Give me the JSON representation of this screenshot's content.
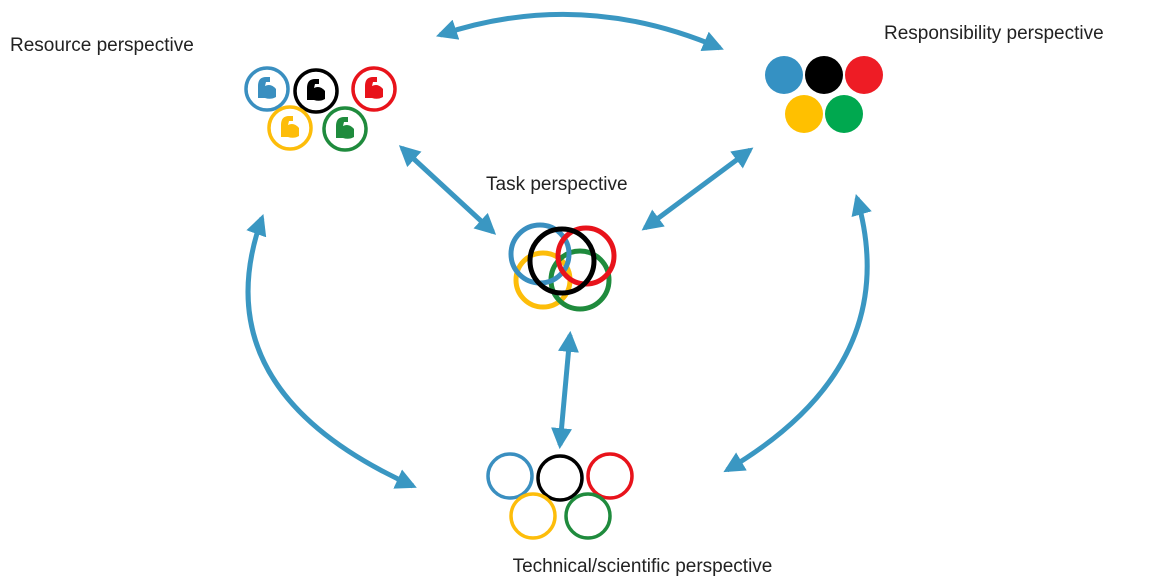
{
  "labels": {
    "resource": "Resource perspective",
    "responsibility": "Responsibility perspective",
    "task": "Task perspective",
    "technical": "Technical/scientific perspective"
  },
  "colors": {
    "arrow": "#3a97c2",
    "ring_blue": "#3a8fc0",
    "ring_black": "#000000",
    "ring_red": "#e8131b",
    "ring_yellow": "#fdbd0a",
    "ring_green": "#1f8b3d",
    "dot_blue": "#3591c3",
    "dot_black": "#000000",
    "dot_red": "#ee1c25",
    "dot_yellow": "#ffc000",
    "dot_green": "#00a84f",
    "muscle_blue": "#3a8fc0",
    "muscle_black": "#000000",
    "muscle_red": "#e8131b",
    "muscle_yellow": "#fdbd0a",
    "muscle_green": "#1f8b3d"
  },
  "icons": {
    "resource": "flexed-biceps-rings-icon",
    "responsibility": "filled-olympic-dots-icon",
    "task": "overlapping-olympic-rings-icon",
    "technical": "olympic-rings-icon",
    "arrows": "double-headed-arrow-icon"
  }
}
